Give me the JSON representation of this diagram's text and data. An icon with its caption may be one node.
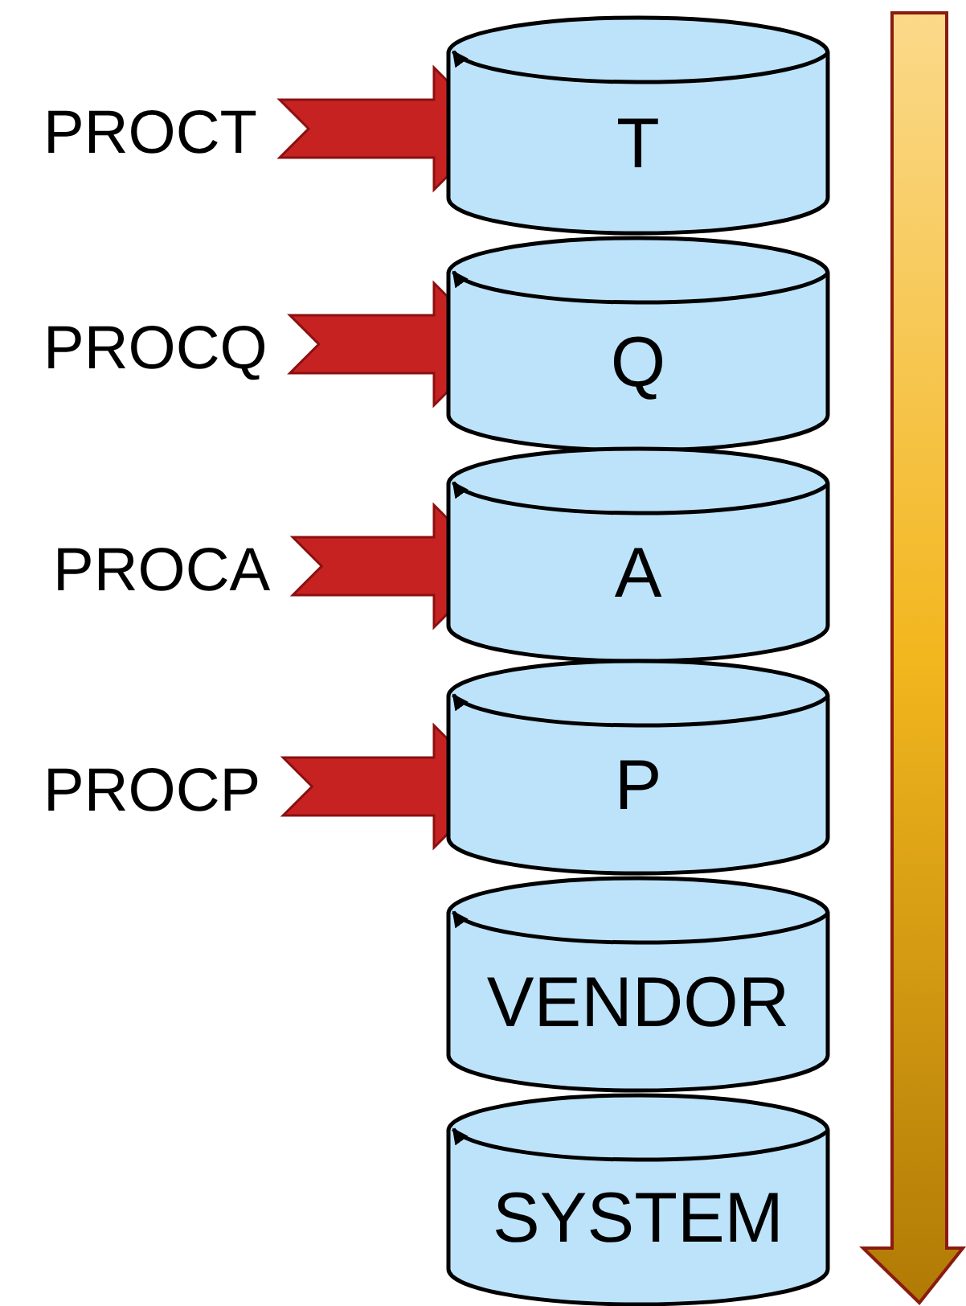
{
  "diagram": {
    "nodes": [
      {
        "text": [
          "PROCT"
        ]
      },
      {
        "text": [
          "T"
        ]
      },
      {
        "text": [
          "PROCQ"
        ]
      },
      {
        "text": [
          "Q"
        ]
      },
      {
        "text": [
          "PROCA"
        ]
      },
      {
        "text": [
          "A"
        ]
      },
      {
        "text": [
          "PROCP"
        ]
      },
      {
        "text": [
          "P"
        ]
      },
      {
        "text": [
          "VENDOR"
        ]
      },
      {
        "text": [
          "SYSTEM"
        ]
      }
    ],
    "edges": [
      {
        "from": 0,
        "to": 1,
        "arrow": "to",
        "style": "thick"
      },
      {
        "from": 2,
        "to": 3,
        "arrow": "to",
        "style": "thick"
      },
      {
        "from": 4,
        "to": 5,
        "arrow": "to",
        "style": "thick"
      },
      {
        "from": 6,
        "to": 7,
        "arrow": "to",
        "style": "thick"
      }
    ]
  }
}
